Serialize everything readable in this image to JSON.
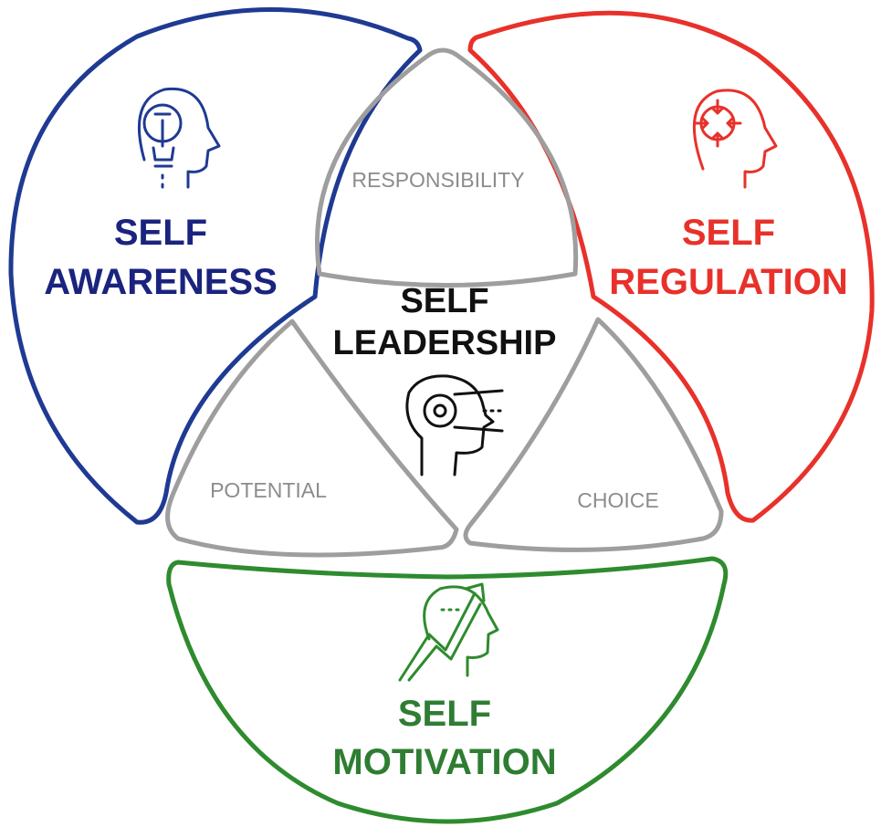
{
  "center": {
    "line1": "SELF",
    "line2": "LEADERSHIP",
    "color": "#111111"
  },
  "awareness": {
    "line1": "SELF",
    "line2": "AWARENESS",
    "color": "#1a237e"
  },
  "regulation": {
    "line1": "SELF",
    "line2": "REGULATION",
    "color": "#e8312a"
  },
  "motivation": {
    "line1": "SELF",
    "line2": "MOTIVATION",
    "color": "#2e7d32"
  },
  "inner": {
    "responsibility": "RESPONSIBILITY",
    "potential": "POTENTIAL",
    "choice": "CHOICE",
    "color": "#9e9e9e"
  },
  "icons": {
    "awareness": "head-lightbulb-icon",
    "regulation": "head-target-icon",
    "center": "head-gear-icon",
    "motivation": "head-growth-arrow-icon"
  }
}
